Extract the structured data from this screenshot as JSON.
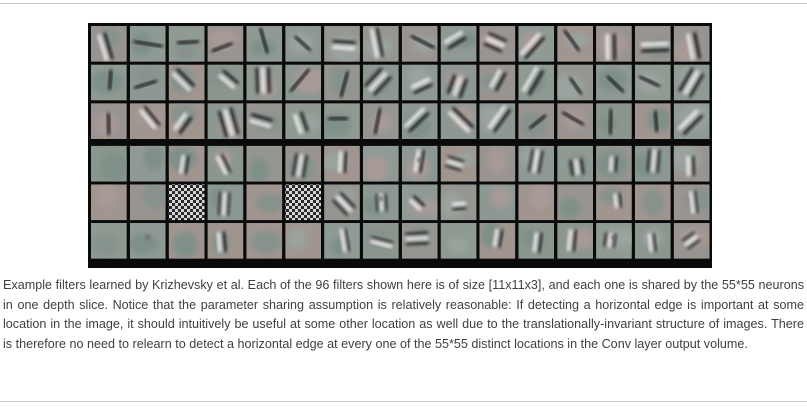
{
  "figure": {
    "name": "Krizhevsky filter visualization",
    "grid_columns": 16,
    "grid_rows": 6,
    "filter_count": 96,
    "colors": {
      "background": "#0a0a0a",
      "filter_base": "#8c9790"
    }
  },
  "caption": {
    "text": "Example filters learned by Krizhevsky et al. Each of the 96 filters shown here is of size [11x11x3], and each one is shared by the 55*55 neurons in one depth slice. Notice that the parameter sharing assumption is relatively reasonable: If detecting a horizontal edge is important at some location in the image, it should intuitively be useful at some other location as well due to the translationally-invariant structure of images. There is therefore no need to relearn to detect a horizontal edge at every one of the 55*55 distinct locations in the Conv layer output volume."
  }
}
